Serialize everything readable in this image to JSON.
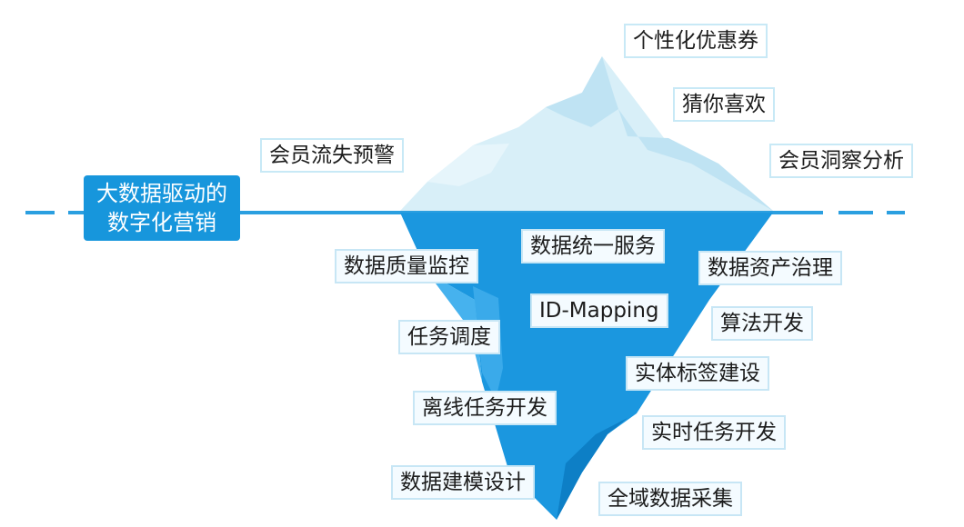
{
  "title": {
    "line1": "大数据驱动的",
    "line2": "数字化营销"
  },
  "above_water": [
    "个性化优惠券",
    "猜你喜欢",
    "会员流失预警",
    "会员洞察分析"
  ],
  "below_water": [
    "数据统一服务",
    "数据质量监控",
    "数据资产治理",
    "ID-Mapping",
    "算法开发",
    "任务调度",
    "实体标签建设",
    "离线任务开发",
    "实时任务开发",
    "数据建模设计",
    "全域数据采集"
  ],
  "colors": {
    "title_bg": "#1796dc",
    "waterline": "#2b9fe0",
    "ice_top": "#d8eff8",
    "ice_highlight": "#bfe3f3",
    "ice_bottom": "#1b97df",
    "ice_bottom_shadow": "#0d7fc6",
    "tag_border": "#c7e6f5"
  }
}
